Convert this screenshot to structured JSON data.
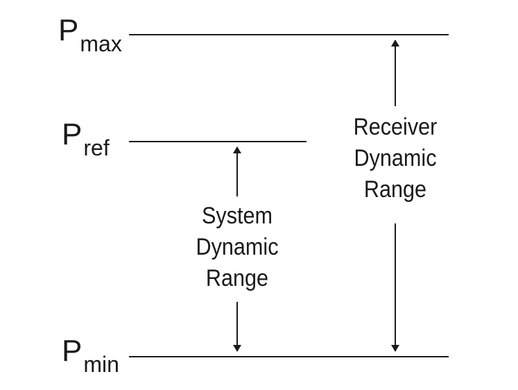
{
  "levels": {
    "max": {
      "symbol": "P",
      "subscript": "max"
    },
    "ref": {
      "symbol": "P",
      "subscript": "ref"
    },
    "min": {
      "symbol": "P",
      "subscript": "min"
    }
  },
  "ranges": {
    "system": {
      "lines": [
        "System",
        "Dynamic",
        "Range"
      ]
    },
    "receiver": {
      "lines": [
        "Receiver",
        "Dynamic",
        "Range"
      ]
    }
  },
  "colors": {
    "line": "#1a1a1a",
    "background": "#ffffff"
  }
}
